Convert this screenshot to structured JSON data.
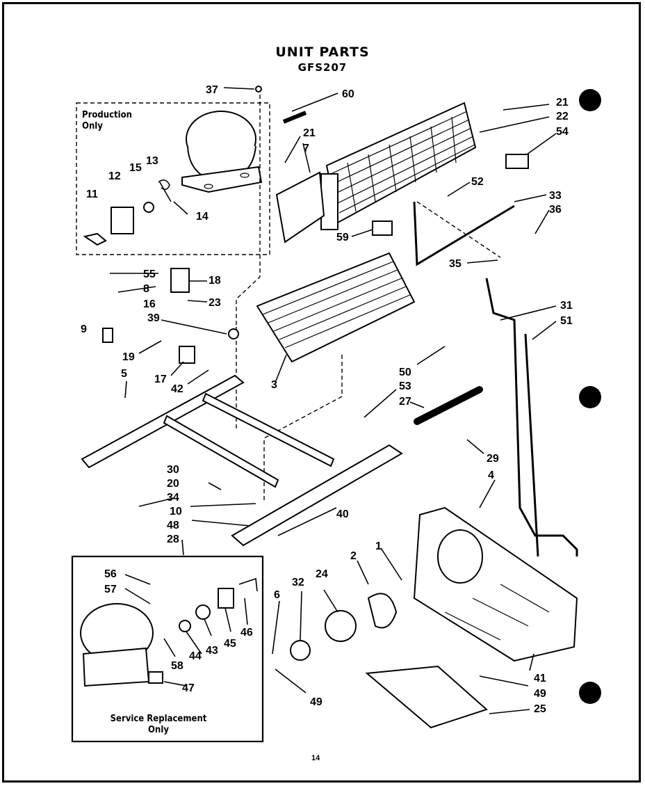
{
  "header": {
    "title": "UNIT PARTS",
    "model": "GFS207"
  },
  "boxes": {
    "production": [
      "Production",
      "Only"
    ],
    "service": [
      "Service Replacement",
      "Only"
    ]
  },
  "page_number": "14",
  "callouts": [
    "1",
    "2",
    "3",
    "4",
    "5",
    "6",
    "7",
    "8",
    "9",
    "10",
    "11",
    "12",
    "13",
    "14",
    "15",
    "16",
    "17",
    "18",
    "19",
    "20",
    "21",
    "22",
    "23",
    "24",
    "25",
    "27",
    "28",
    "29",
    "30",
    "31",
    "32",
    "33",
    "34",
    "35",
    "36",
    "37",
    "39",
    "40",
    "41",
    "42",
    "43",
    "44",
    "45",
    "46",
    "47",
    "48",
    "49",
    "50",
    "51",
    "52",
    "53",
    "54",
    "55",
    "56",
    "57",
    "58",
    "59",
    "60"
  ]
}
